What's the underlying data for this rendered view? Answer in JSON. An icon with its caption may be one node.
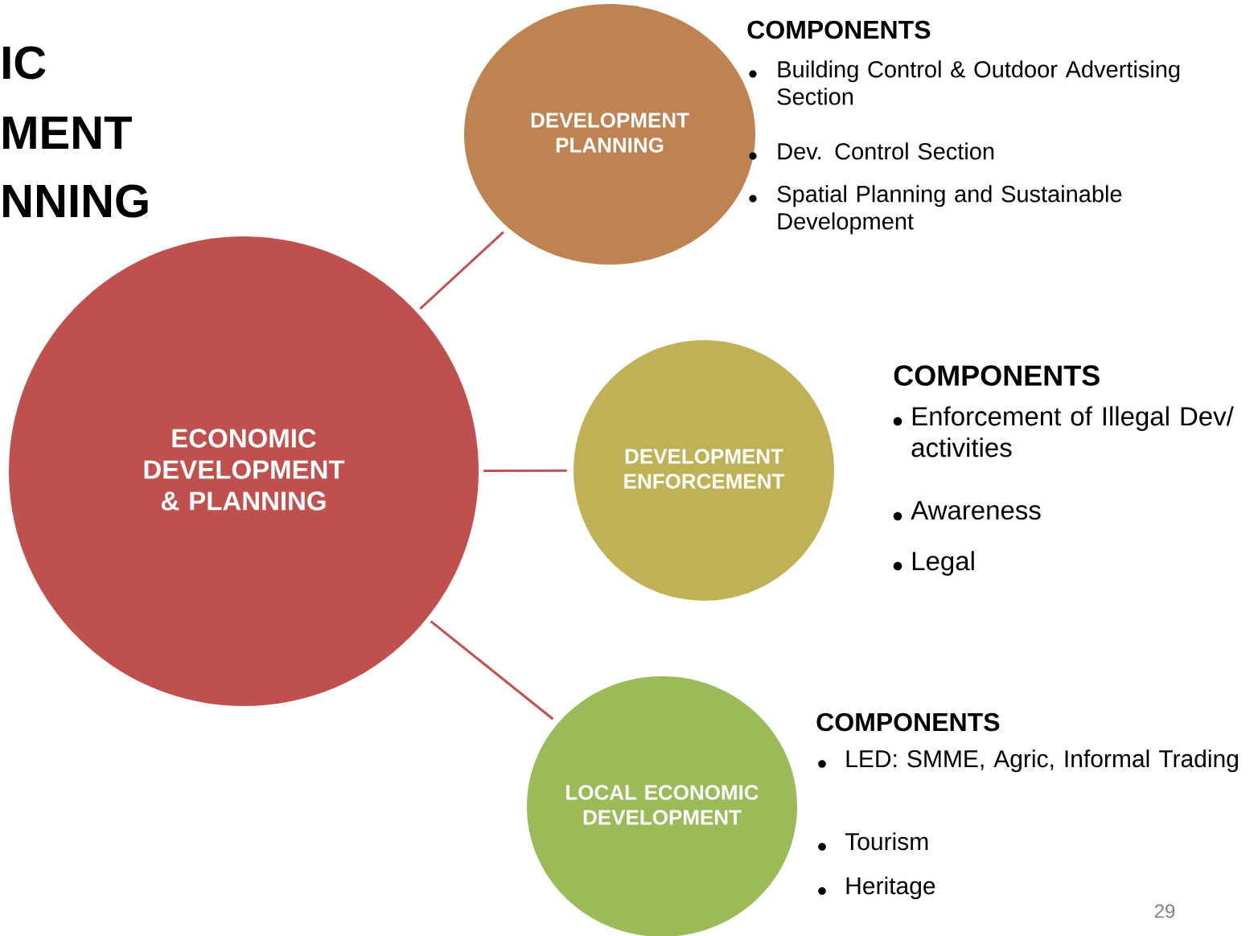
{
  "diagram": {
    "nodes": [
      {
        "text": [
          "ECONOMIC DEVELOPMENT & PLANNING"
        ]
      },
      {
        "text": [
          "DEVELOPMENT PLANNING"
        ],
        "beside": [
          "COMPONENTS",
          "Building Control & Outdoor Advertising Section",
          "Dev. Control Section",
          "Spatial Planning and Sustainable Development"
        ]
      },
      {
        "text": [
          "DEVELOPMENT ENFORCEMENT"
        ],
        "beside": [
          "COMPONENTS",
          "Enforcement of Illegal Dev/ activities",
          "Awareness",
          "Legal"
        ]
      },
      {
        "text": [
          "LOCAL ECONOMIC DEVELOPMENT"
        ],
        "beside": [
          "COMPONENTS",
          "LED: SMME, Agric, Informal Trading",
          "Tourism",
          "Heritage"
        ]
      }
    ],
    "edges": [
      {
        "from": 0,
        "to": 1,
        "arrow": "none"
      },
      {
        "from": 0,
        "to": 2,
        "arrow": "none"
      },
      {
        "from": 0,
        "to": 3,
        "arrow": "none"
      }
    ],
    "labels": [
      "IC",
      "MENT",
      "NNING",
      "29"
    ]
  }
}
